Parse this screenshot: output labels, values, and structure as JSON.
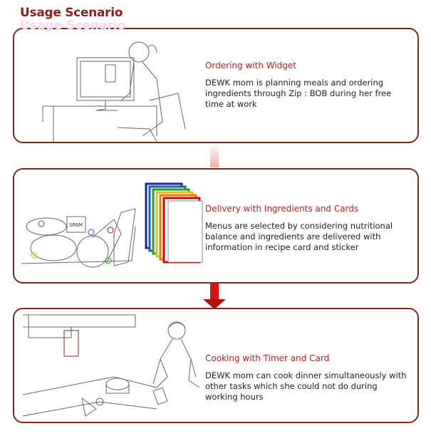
{
  "title": "Usage Scenario",
  "steps": [
    {
      "heading": "Ordering with Widget",
      "description": "DEWK mom is planning meals and ordering ingredients through Zip : BOB during her free time at work"
    },
    {
      "heading": "Delivery with Ingredients and Cards",
      "description": "Menus are selected by considering nutritional balance and ingredients are delivered with information in recipe card and sticker",
      "label": "SPAM"
    },
    {
      "heading": "Cooking with Timer and Card",
      "description": "DEWK mom can cook dinner simultaneously with other tasks which she could not do during working hours"
    }
  ],
  "colors": {
    "title": "#8b1e1e",
    "border": "#7a2b1e",
    "heading": "#b52222",
    "arrow": "#e01010"
  }
}
